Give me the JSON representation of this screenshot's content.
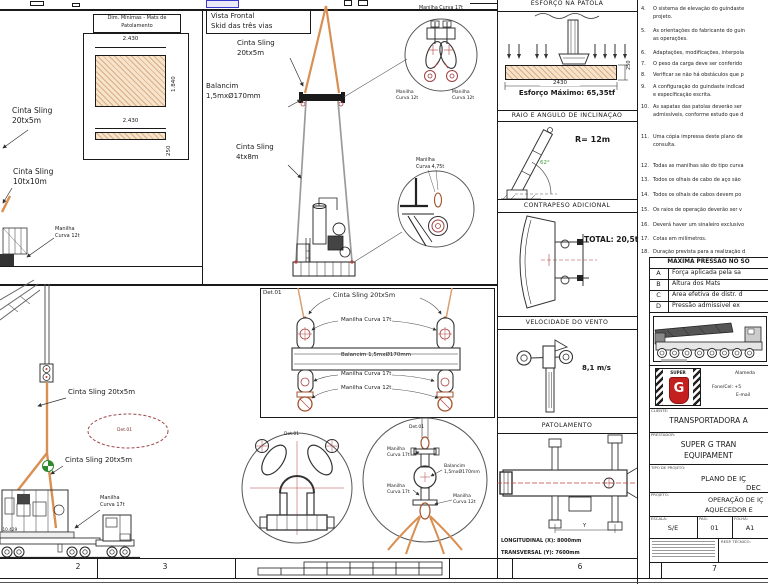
{
  "mats_box": {
    "title_l1": "Dim. Mínimas - Mats de",
    "title_l2": "Patolamento",
    "dim_top": "2.430",
    "dim_right": "1.840",
    "dim_bottom": "2.430",
    "dim_side": "250"
  },
  "left_labels": {
    "sling20_l1": "Cinta Sling",
    "sling20_l2": "20tx5m",
    "sling10_l1": "Cinta Sling",
    "sling10_l2": "10tx10m",
    "manilha12_l1": "Manilha",
    "manilha12_l2": "Curva 12t"
  },
  "vista": {
    "title_l1": "Vista Frontal",
    "title_l2": "Skid das três vias",
    "sling20_l1": "Cinta Sling",
    "sling20_l2": "20tx5m",
    "balancim_l1": "Balancim",
    "balancim_l2": "1,5mxØ170mm",
    "sling4_l1": "Cinta Sling",
    "sling4_l2": "4tx8m"
  },
  "detail1": {
    "title": "Manilha Curva 17t",
    "left_l1": "Manilha",
    "left_l2": "Curva 12t",
    "right_l1": "Manilha",
    "right_l2": "Curva 12t"
  },
  "detail2": {
    "l1": "Manilha",
    "l2": "Curva 4,75t"
  },
  "lower_left": {
    "sling_a": "Cinta Sling 20tx5m",
    "det_label": "Det.01",
    "sling_b": "Cinta Sling 20tx5m",
    "manilha_l1": "Manilha",
    "manilha_l2": "Curva 17t",
    "dim": "-10.429"
  },
  "det_panel": {
    "title": "Det.01",
    "sling": "Cinta Sling 20tx5m",
    "manilha_top": "Manilha Curva 17t",
    "balancim": "Balancim 1,5mxØ170mm",
    "manilha_mid": "Manilha Curva 17t",
    "manilha_bot": "Manilha Curva 12t"
  },
  "circle_left": {
    "title": "Det.01"
  },
  "circle_right": {
    "title": "Det.01",
    "m17a_l1": "Manilha",
    "m17a_l2": "Curva 17t",
    "bal_l1": "Balancim",
    "bal_l2": "1,5mxØ170mm",
    "m17b_l1": "Manilha",
    "m17b_l2": "Curva 17t",
    "m12_l1": "Manilha",
    "m12_l2": "Curva 12t"
  },
  "esforco": {
    "header": "ESFORÇO NA PATOLA",
    "dim": "2430",
    "side": "250",
    "value": "Esforço Máximo: 65,35tf"
  },
  "raio": {
    "header": "RAIO E ANGULO DE INCLINAÇÃO",
    "angle": "62°",
    "radius": "R= 12m"
  },
  "contrapeso": {
    "header": "CONTRAPESO ADICIONAL",
    "total": "TOTAL: 20,5t"
  },
  "vento": {
    "header": "VELOCIDADE DO VENTO",
    "value": "8,1 m/s"
  },
  "patolamento": {
    "header": "PATOLAMENTO",
    "y_label": "Y",
    "longitudinal": "LONGITUDINAL (X): 8000mm",
    "transversal": "TRANSVERSAL (Y): 7600mm"
  },
  "notes": {
    "n4": {
      "num": "4.",
      "l1": "O sistema de elevação do guindaste",
      "l2": "projeto."
    },
    "n5": {
      "num": "5.",
      "l1": "As orientações do fabricante do guin",
      "l2": "as operações."
    },
    "n6": {
      "num": "6.",
      "l1": "Adaptações, modificações, interpola"
    },
    "n7": {
      "num": "7.",
      "l1": "O peso da carga deve ser conferido"
    },
    "n8": {
      "num": "8.",
      "l1": "Verificar se não há obstáculos que p"
    },
    "n9": {
      "num": "9.",
      "l1": "A configuração do guindaste indicad",
      "l2": "e especificação escrita."
    },
    "n10": {
      "num": "10.",
      "l1": "As sapatas das patolas deverão ser",
      "l2": "admissíveis, conforme estudo que d"
    },
    "n11": {
      "num": "11.",
      "l1": "Uma cópia impressa deste plano de",
      "l2": "consulta."
    },
    "n12": {
      "num": "12.",
      "l1": "Todas as manilhas são do tipo curva"
    },
    "n13": {
      "num": "13.",
      "l1": "Todos os olhais de cabo de aço são"
    },
    "n14": {
      "num": "14.",
      "l1": "Todos os olhais de cabos devem po"
    },
    "n15": {
      "num": "15.",
      "l1": "Os raios de operação deverão ser v"
    },
    "n16": {
      "num": "16.",
      "l1": "Deverá haver um sinaleiro exclusivo"
    },
    "n17": {
      "num": "17.",
      "l1": "Cotas em milímetros."
    },
    "n18": {
      "num": "18.",
      "l1": "Duração prevista para a realização d"
    }
  },
  "pressure": {
    "header": "MAXIMA PRESSÃO NO SO",
    "a_k": "A",
    "a_v": "Força aplicada pela sa",
    "b_k": "B",
    "b_v": "Altura dos Mats",
    "c_k": "C",
    "c_v": "Área efetiva de distr. d",
    "d_k": "D",
    "d_v": "Pressão admissivel ex"
  },
  "titleblock": {
    "logo_super": "SUPER",
    "logo_g": "G",
    "contact_l1": "Alameda",
    "contact_l2": "Fone/Cel: +5",
    "contact_l3": "E-mail",
    "cliente_label": "CLIENTE:",
    "cliente": "TRANSPORTADORA A",
    "prestador_label": "PRESTADOR:",
    "prestador_l1": "SUPER G TRAN",
    "prestador_l2": "EQUIPAMENT",
    "tipo_label": "TIPO DE PROJETO:",
    "tipo_l1": "PLANO DE IÇ",
    "tipo_l2": "DEC",
    "projeto_label": "PROJETO:",
    "projeto_l1": "OPERAÇÃO DE IÇ",
    "projeto_l2": "AQUECEDOR E",
    "escala_label": "ESCALA:",
    "escala": "S/E",
    "pag_label": "PAG:",
    "pag": "01",
    "folha_label": "FOLHA:",
    "folha": "A1",
    "resp_label": "RESP. TÉCNICO:"
  },
  "grid": {
    "n2": "2",
    "n3": "3",
    "n6": "6",
    "n7": "7"
  }
}
